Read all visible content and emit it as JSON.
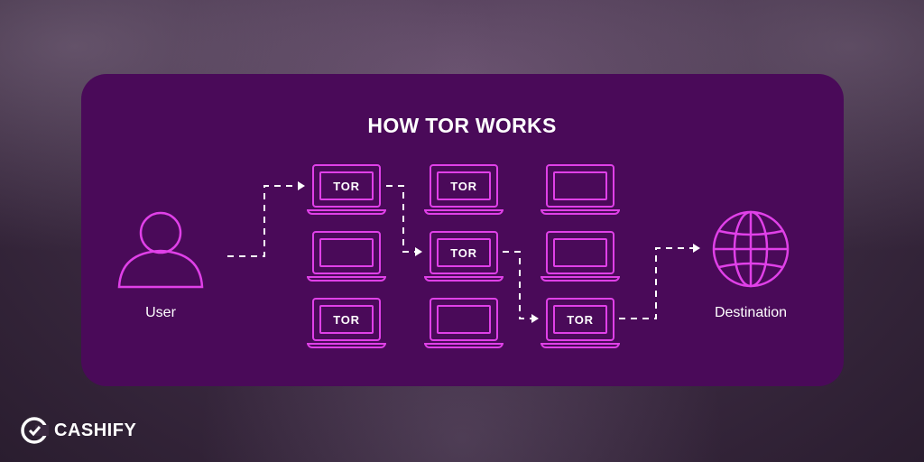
{
  "diagram": {
    "title": "HOW TOR WORKS",
    "user_label": "User",
    "destination_label": "Destination",
    "relay_label": "TOR",
    "nodes": [
      {
        "id": "r1c1",
        "label": "TOR"
      },
      {
        "id": "r1c2",
        "label": "TOR"
      },
      {
        "id": "r1c3",
        "label": ""
      },
      {
        "id": "r2c1",
        "label": ""
      },
      {
        "id": "r2c2",
        "label": "TOR"
      },
      {
        "id": "r2c3",
        "label": ""
      },
      {
        "id": "r3c1",
        "label": "TOR"
      },
      {
        "id": "r3c2",
        "label": ""
      },
      {
        "id": "r3c3",
        "label": "TOR"
      }
    ]
  },
  "brand": {
    "name": "CASHIFY"
  },
  "colors": {
    "card": "#4a0a59",
    "accent": "#e040e8",
    "arrow": "#ffffff"
  }
}
